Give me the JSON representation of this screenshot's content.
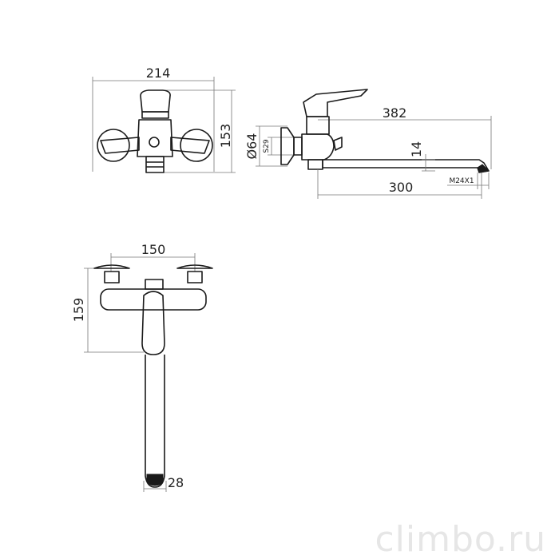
{
  "dimensions": {
    "front_width": "214",
    "front_height": "153",
    "side_diameter": "Ø64",
    "side_nut": "S29",
    "spout_length": "382",
    "spout_drop": "14",
    "spout_reach": "300",
    "thread": "M24X1",
    "top_centers": "150",
    "top_depth": "159",
    "spout_width": "28"
  },
  "watermark": "climbo.ru",
  "colors": {
    "line": "#1a1a1a",
    "dimension": "#777777",
    "watermark": "#e6e6e6"
  }
}
